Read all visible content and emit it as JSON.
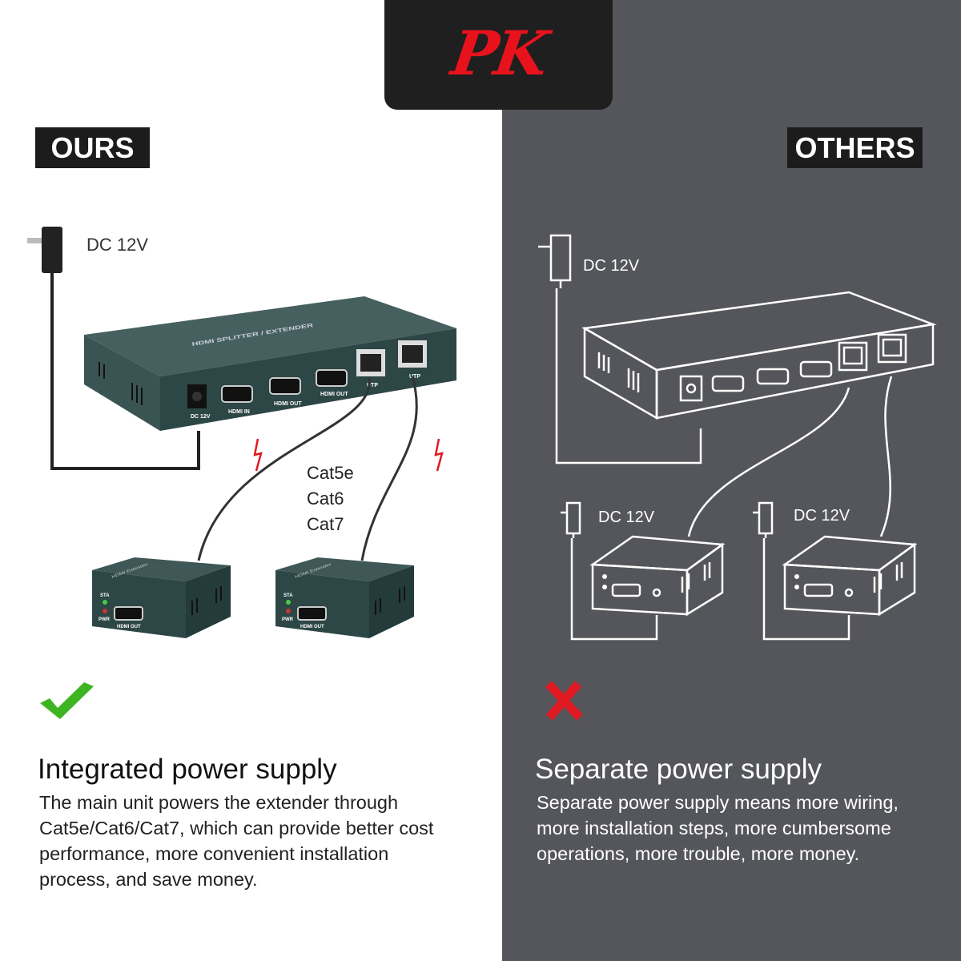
{
  "header": {
    "logo_text": "PK"
  },
  "ours": {
    "badge": "OURS",
    "power_label": "DC 12V",
    "cable_types": [
      "Cat5e",
      "Cat6",
      "Cat7"
    ],
    "main_unit": {
      "top_label": "HDMI SPLITTER / EXTENDER",
      "ports": [
        "DC 12V",
        "HDMI IN",
        "HDMI OUT",
        "HDMI OUT",
        "UTP",
        "UTP"
      ]
    },
    "receiver": {
      "top_label": "HDMI Extender",
      "leds": [
        "STA",
        "PWR"
      ],
      "port": "HDMI OUT"
    },
    "verdict_icon": "check-icon",
    "title": "Integrated power supply",
    "description": [
      "The main unit powers the extender through",
      "Cat5e/Cat6/Cat7, which can provide better cost",
      "performance, more convenient installation",
      "process, and save money."
    ]
  },
  "others": {
    "badge": "OTHERS",
    "power_labels": [
      "DC 12V",
      "DC 12V",
      "DC 12V"
    ],
    "verdict_icon": "cross-icon",
    "title": "Separate power supply",
    "description": [
      "Separate power supply means more wiring,",
      "more installation steps, more cumbersome",
      "operations, more trouble, more money."
    ]
  },
  "colors": {
    "right_bg": "#55565b",
    "check": "#3cb521",
    "cross": "#e01a22",
    "logo": "#e8121c",
    "device": "#2f4a4a"
  }
}
